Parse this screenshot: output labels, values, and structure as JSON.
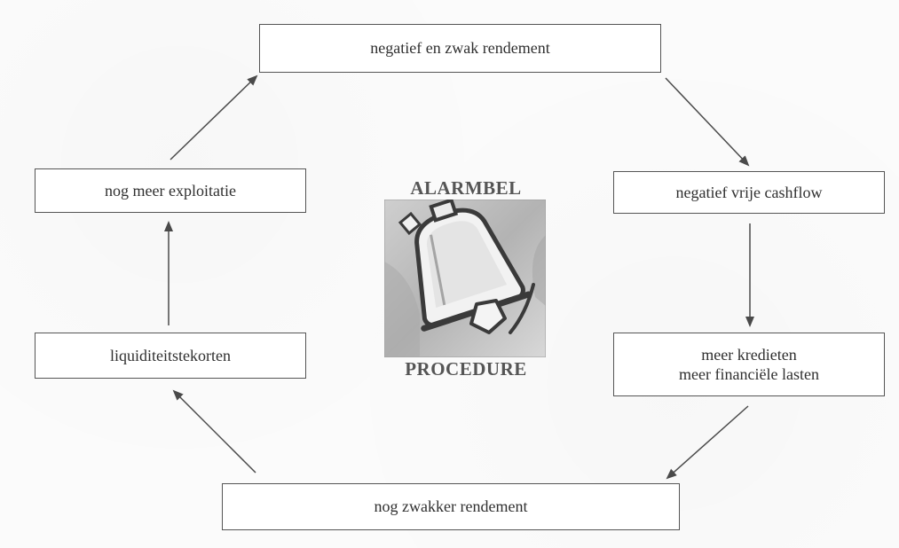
{
  "diagram": {
    "center": {
      "title_top": "ALARMBEL",
      "title_bottom": "PROCEDURE",
      "icon": "alarm-bell-icon"
    },
    "nodes": [
      {
        "id": "top",
        "lines": [
          "negatief en zwak rendement"
        ]
      },
      {
        "id": "right1",
        "lines": [
          "negatief vrije cashflow"
        ]
      },
      {
        "id": "right2",
        "lines": [
          "meer kredieten",
          "meer financiële lasten"
        ]
      },
      {
        "id": "bottom",
        "lines": [
          "nog zwakker rendement"
        ]
      },
      {
        "id": "left2",
        "lines": [
          "liquiditeitstekorten"
        ]
      },
      {
        "id": "left1",
        "lines": [
          "nog meer exploitatie"
        ]
      }
    ],
    "edges": [
      {
        "from": "top",
        "to": "right1"
      },
      {
        "from": "right1",
        "to": "right2"
      },
      {
        "from": "right2",
        "to": "bottom"
      },
      {
        "from": "bottom",
        "to": "left2"
      },
      {
        "from": "left2",
        "to": "left1"
      },
      {
        "from": "left1",
        "to": "top"
      }
    ],
    "colors": {
      "stroke": "#555555",
      "text": "#2f2f2f",
      "center_text": "#555555"
    }
  }
}
